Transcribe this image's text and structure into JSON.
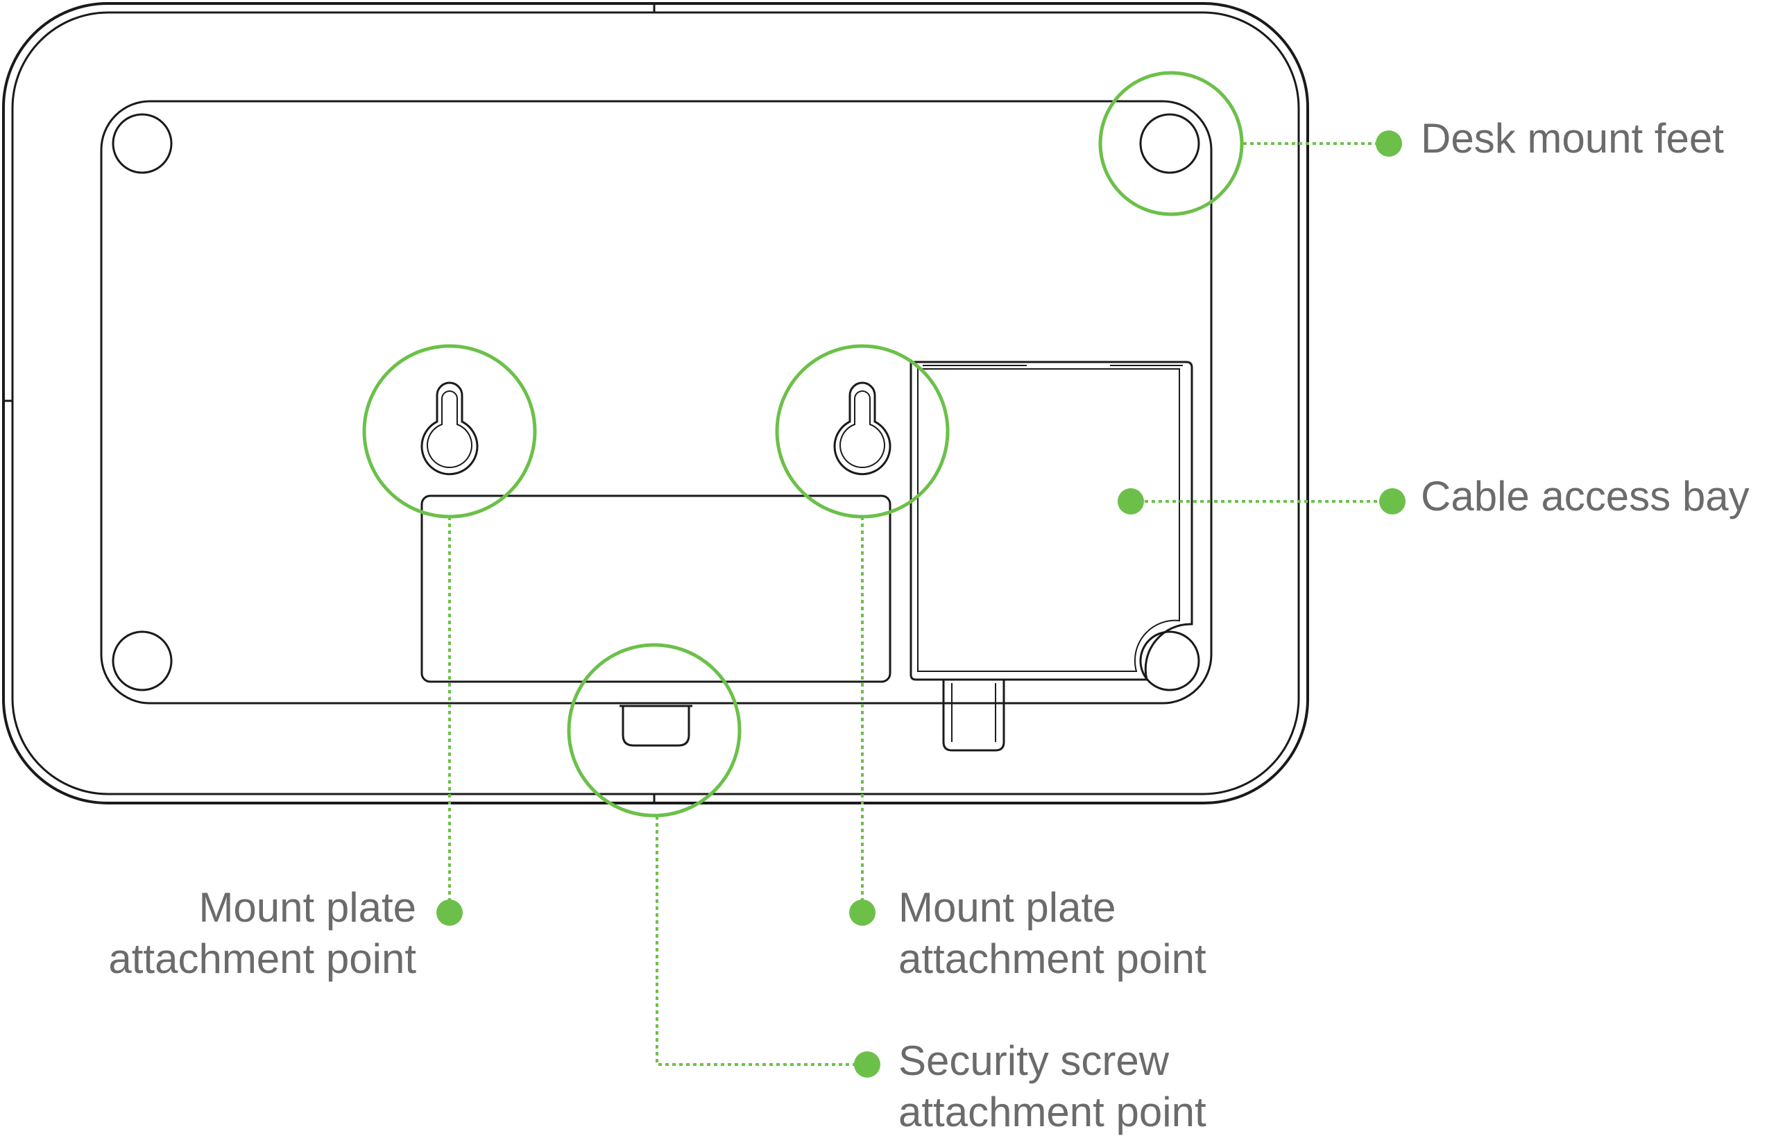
{
  "colors": {
    "accent": "#6cc04a",
    "outline": "#1a1a1a",
    "label_text": "#6b6b6b"
  },
  "callouts": {
    "desk_mount_feet": {
      "line1": "Desk mount feet"
    },
    "cable_access_bay": {
      "line1": "Cable access bay"
    },
    "mount_plate_left": {
      "line1": "Mount plate",
      "line2": "attachment point"
    },
    "mount_plate_right": {
      "line1": "Mount plate",
      "line2": "attachment point"
    },
    "security_screw": {
      "line1": "Security screw",
      "line2": "attachment point"
    }
  }
}
